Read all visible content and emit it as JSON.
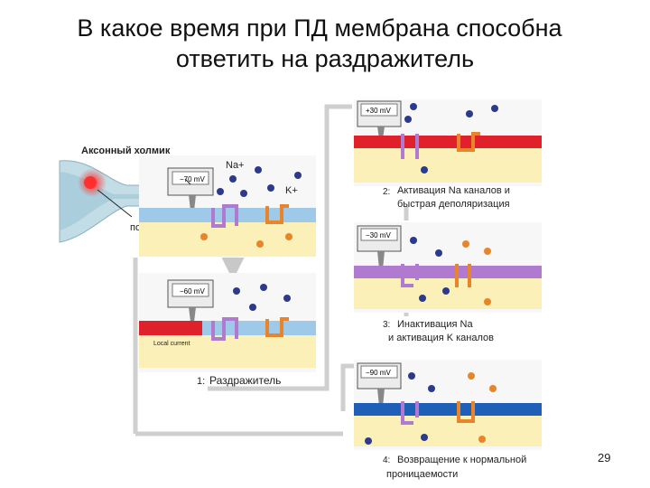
{
  "slide": {
    "title_line1": "В какое время при ПД мембрана способна",
    "title_line2": "ответить на раздражитель",
    "page_number": "29"
  },
  "diagram": {
    "axon_hillock_label": "Аксонный холмик",
    "rest_label": "покой",
    "na_label": "Na+",
    "k_label": "K+",
    "local_current_label": "Local current",
    "panels": [
      {
        "key": "rest",
        "meter": "−70 mV",
        "number": "",
        "caption_line1": "",
        "caption_line2": ""
      },
      {
        "key": "stimulus",
        "meter": "−60 mV",
        "number": "1:",
        "caption_line1": "Раздражитель",
        "caption_line2": ""
      },
      {
        "key": "activation",
        "meter": "+30 mV",
        "number": "2:",
        "caption_line1": "Активация Na каналов и",
        "caption_line2": "быстрая деполяризация"
      },
      {
        "key": "inactivation",
        "meter": "−30 mV",
        "number": "3:",
        "caption_line1": "Инактивация Na",
        "caption_line2": "и активация K каналов"
      },
      {
        "key": "return",
        "meter": "−90 mV",
        "number": "4:",
        "caption_line1": "Возвращение к нормальной",
        "caption_line2": "проницаемости"
      }
    ]
  },
  "colors": {
    "membrane_rest": "#9ec9e8",
    "membrane_depolarized": "#e0202a",
    "membrane_inactivation": "#b07ad0",
    "membrane_return": "#1f5fb8",
    "intracellular": "#fbf0b8",
    "na_channel": "#b07ad0",
    "k_channel": "#e8842a",
    "arrow": "#d0d0d0"
  }
}
